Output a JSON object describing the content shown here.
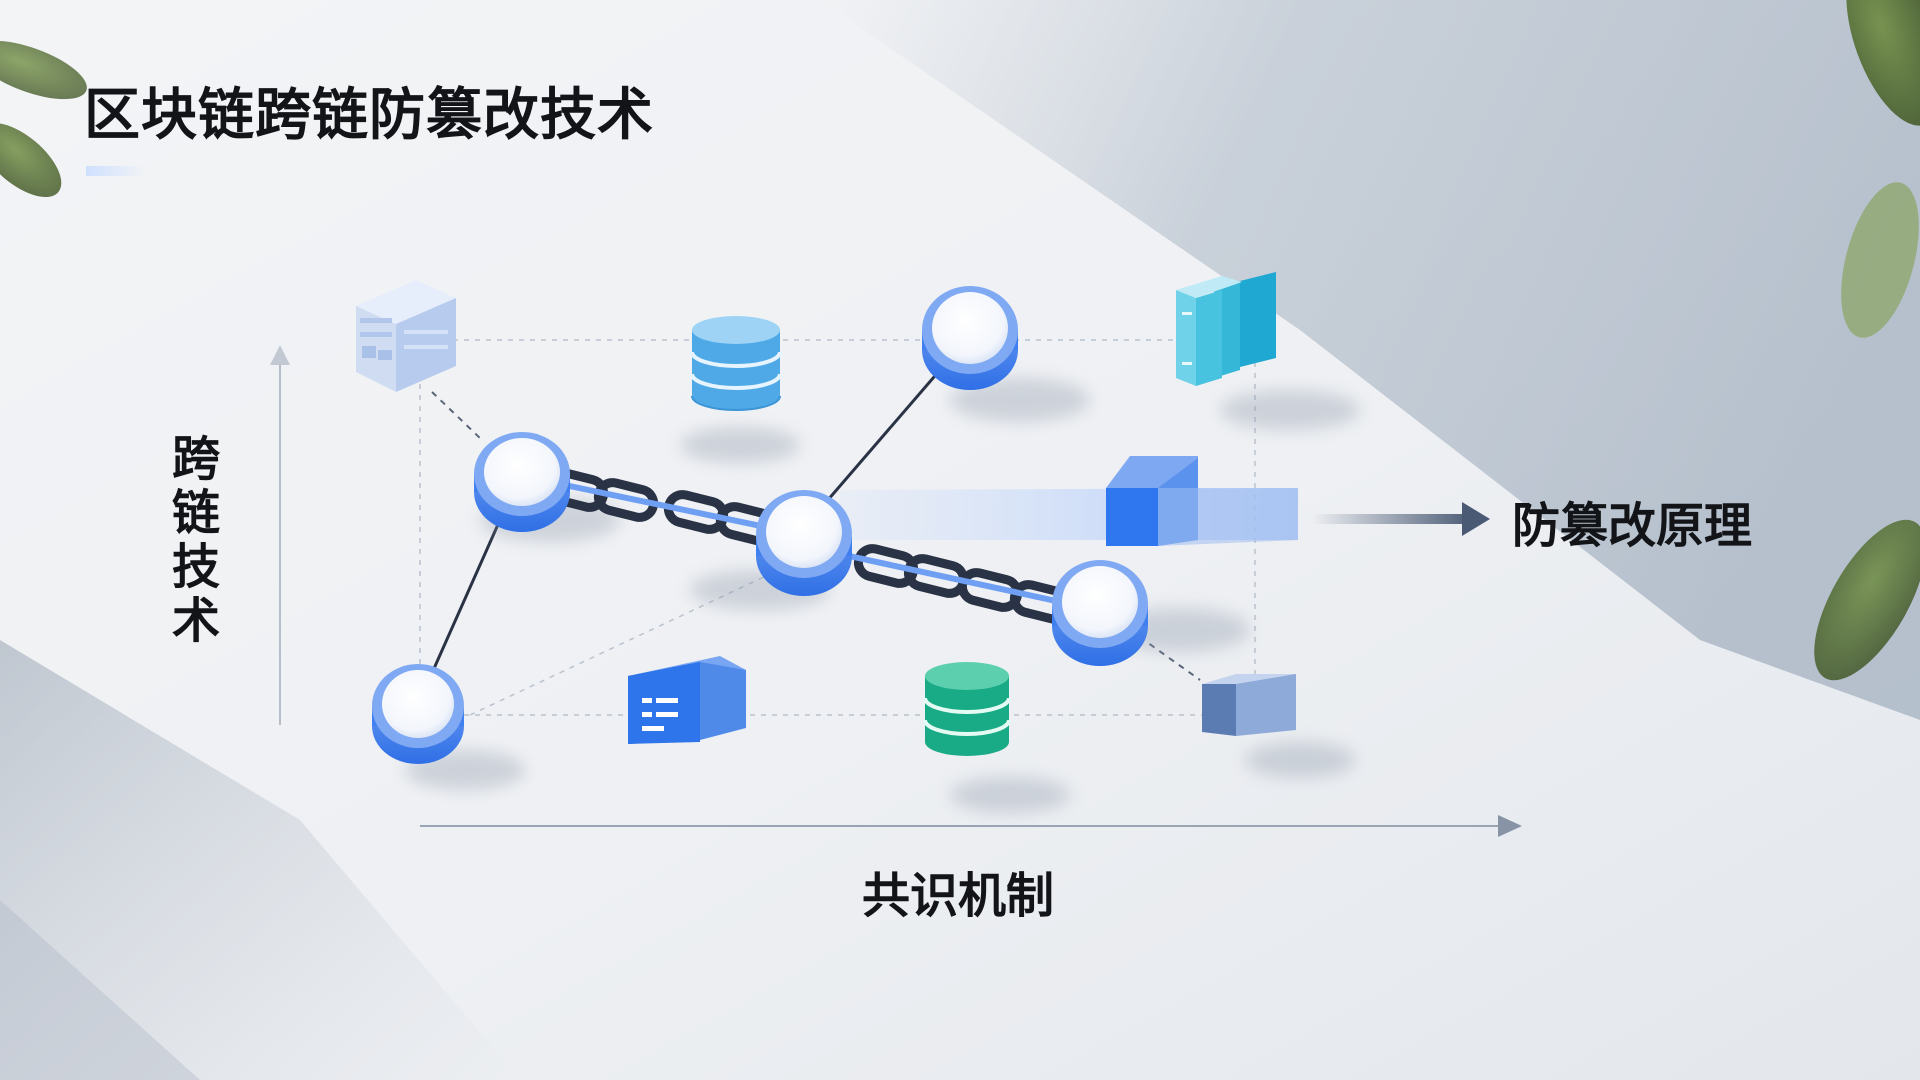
{
  "title": "区块链跨链防篡改技术",
  "axes": {
    "y_label": "跨链技术",
    "x_label": "共识机制"
  },
  "output_label": "防篡改原理",
  "colors": {
    "node_blue": "#3f7ff0",
    "node_rim": "#6f9ff3",
    "chain_dark": "#2a3346",
    "cube_blue": "#2d72ea",
    "db_light_blue": "#5fb5ea",
    "db_green": "#20b591",
    "server_teal": "#35b8d8",
    "arrow_dark": "#4a5a74"
  },
  "icons": [
    "building-icon",
    "database-icon",
    "server-rack-icon",
    "panel-icon",
    "cube-icon",
    "chain-link-icon"
  ]
}
